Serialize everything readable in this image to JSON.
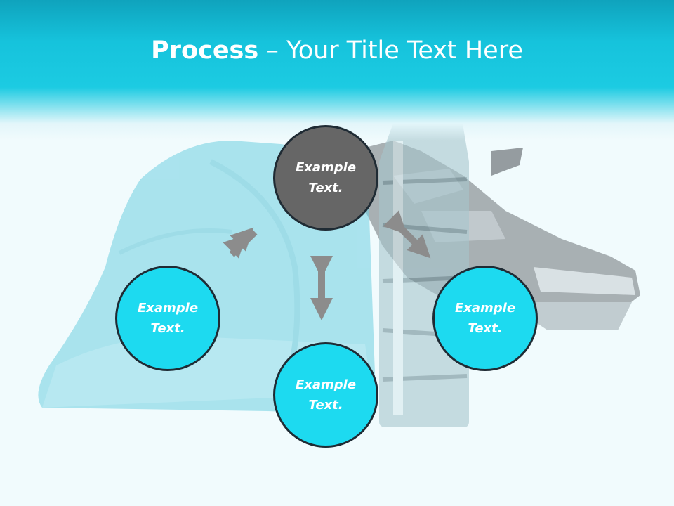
{
  "title": {
    "bold": "Process",
    "regular": " – Your Title Text Here"
  },
  "nodes": [
    {
      "text": "Example Text.",
      "variant": "dark"
    },
    {
      "text": "Example Text.",
      "variant": "cyan"
    },
    {
      "text": "Example Text.",
      "variant": "cyan"
    },
    {
      "text": "Example Text.",
      "variant": "cyan"
    }
  ],
  "colors": {
    "header": "#16c3dc",
    "node_dark": "#666666",
    "node_cyan": "#1ddaf0",
    "arrow": "#8c8c8c"
  },
  "background_illustration": [
    "towel",
    "water-bottle",
    "sneaker"
  ]
}
